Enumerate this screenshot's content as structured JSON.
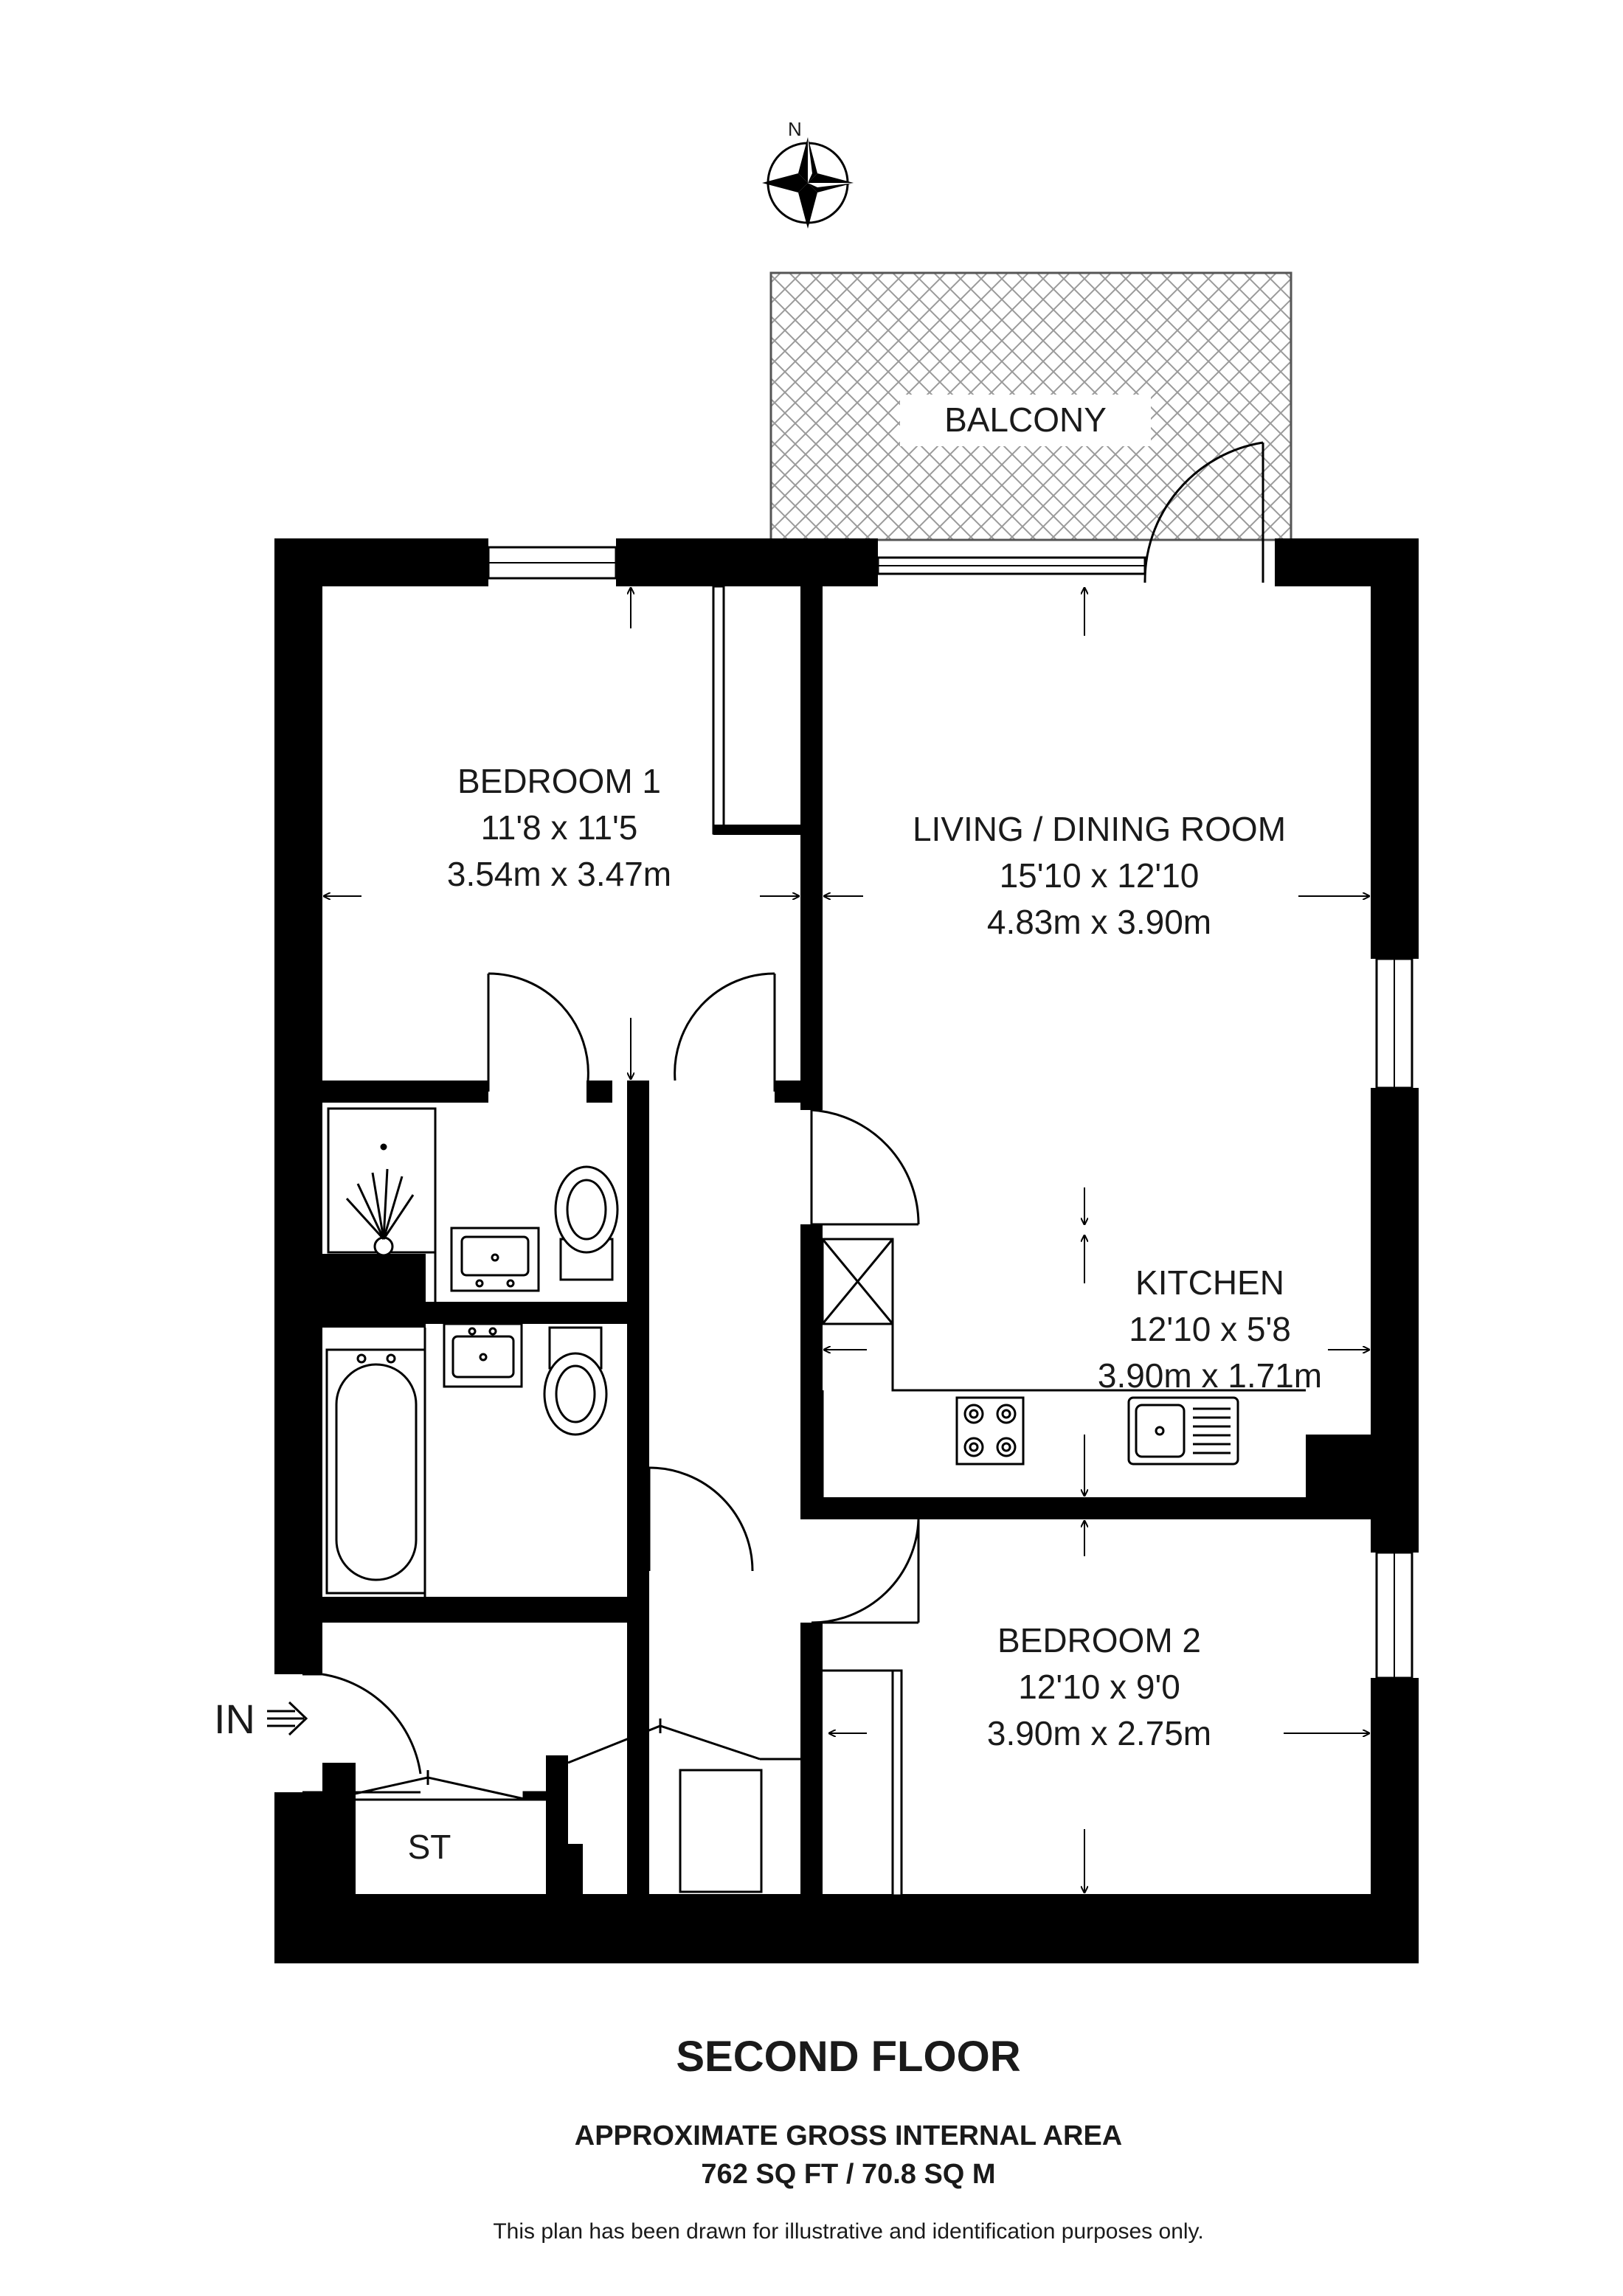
{
  "compass": {
    "label": "N"
  },
  "balcony": {
    "label": "BALCONY"
  },
  "rooms": {
    "bedroom1": {
      "name": "BEDROOM 1",
      "imperial": "11'8 x 11'5",
      "metric": "3.54m x 3.47m"
    },
    "living": {
      "name": "LIVING / DINING ROOM",
      "imperial": "15'10 x 12'10",
      "metric": "4.83m x 3.90m"
    },
    "kitchen": {
      "name": "KITCHEN",
      "imperial": "12'10 x 5'8",
      "metric": "3.90m x 1.71m"
    },
    "bedroom2": {
      "name": "BEDROOM 2",
      "imperial": "12'10 x 9'0",
      "metric": "3.90m x 2.75m"
    },
    "store": {
      "name": "ST"
    }
  },
  "entrance": {
    "label": "IN"
  },
  "footer": {
    "floor": "SECOND FLOOR",
    "area_title": "APPROXIMATE GROSS INTERNAL AREA",
    "area_value": "762 SQ FT / 70.8 SQ M",
    "disclaimer": "This plan has been drawn for illustrative and identification purposes only."
  }
}
